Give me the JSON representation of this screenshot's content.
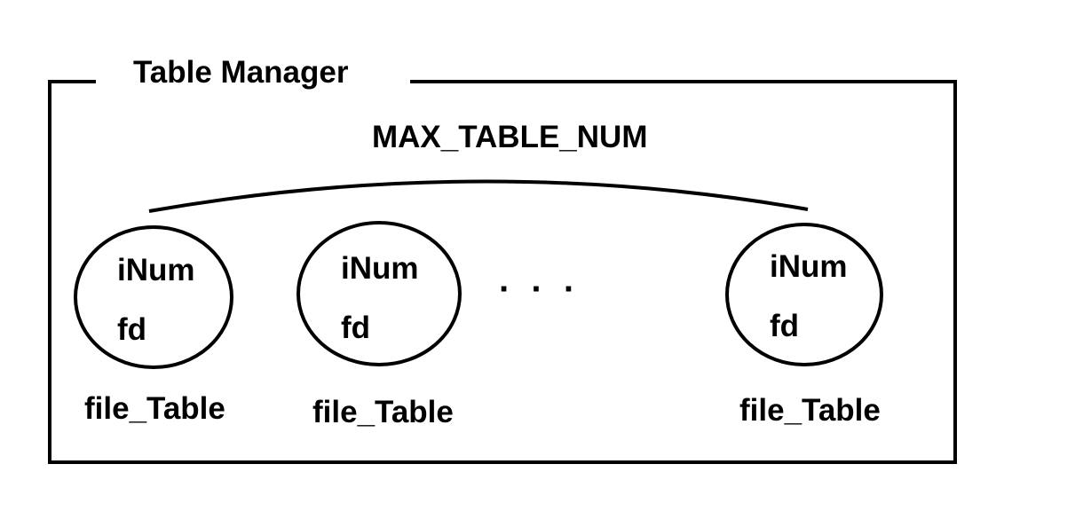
{
  "diagram": {
    "title": "Table Manager",
    "max_label": "MAX_TABLE_NUM",
    "ellipsis": "· · ·",
    "tables": [
      {
        "field1": "iNum",
        "field2": "fd",
        "caption": "file_Table"
      },
      {
        "field1": "iNum",
        "field2": "fd",
        "caption": "file_Table"
      },
      {
        "field1": "iNum",
        "field2": "fd",
        "caption": "file_Table"
      }
    ]
  }
}
